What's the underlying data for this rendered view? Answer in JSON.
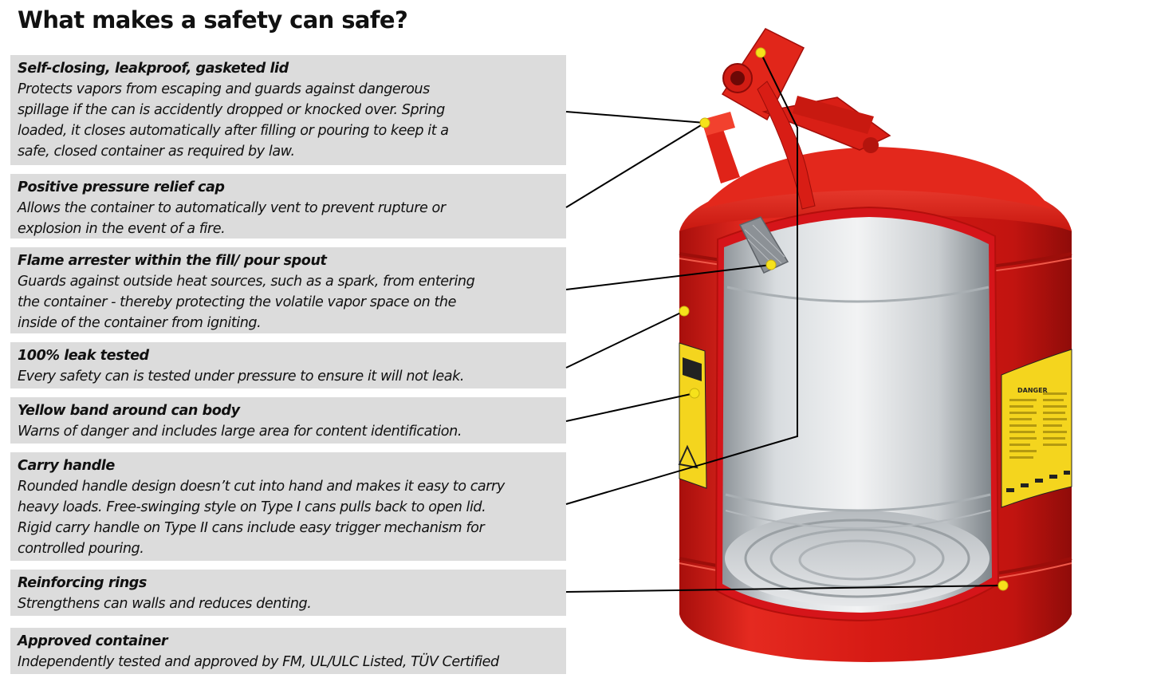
{
  "title": "What makes a safety can safe?",
  "colors": {
    "panel_bg": "#dcdcdc",
    "can_red": "#d51a14",
    "callout_dot": "#f6e21b",
    "leader_line": "#000000",
    "warning_label": "#f4d51e"
  },
  "features": [
    {
      "heading": "Self-closing, leakproof, gasketed lid",
      "body": "Protects vapors from escaping and guards against dangerous\nspillage if the can is accidently dropped or knocked over. Spring\nloaded, it closes automatically after filling or pouring to keep it a\nsafe, closed container as required by law."
    },
    {
      "heading": "Positive pressure relief cap",
      "body": "Allows the container to automatically vent to prevent rupture or\nexplosion in the event of a fire."
    },
    {
      "heading": "Flame arrester within the fill/ pour spout",
      "body": "Guards against outside heat sources, such as a spark, from entering\nthe container - thereby protecting the volatile vapor space on the\ninside of the container from igniting."
    },
    {
      "heading": "100% leak tested",
      "body": "Every safety can is tested under pressure to ensure it will not leak."
    },
    {
      "heading": "Yellow band around can body",
      "body": "Warns of danger and includes large area for content identification."
    },
    {
      "heading": "Carry handle",
      "body": "Rounded handle design doesn’t cut into hand and makes it easy to carry\nheavy loads. Free-swinging style on Type I cans pulls back to open lid.\nRigid carry handle on Type II cans include easy trigger mechanism for\ncontrolled pouring."
    },
    {
      "heading": "Reinforcing rings",
      "body": "Strengthens can walls and reduces denting."
    },
    {
      "heading": "Approved container",
      "body": "Independently tested and approved by FM, UL/ULC Listed, TÜV Certified"
    }
  ],
  "label_text": "DANGER"
}
